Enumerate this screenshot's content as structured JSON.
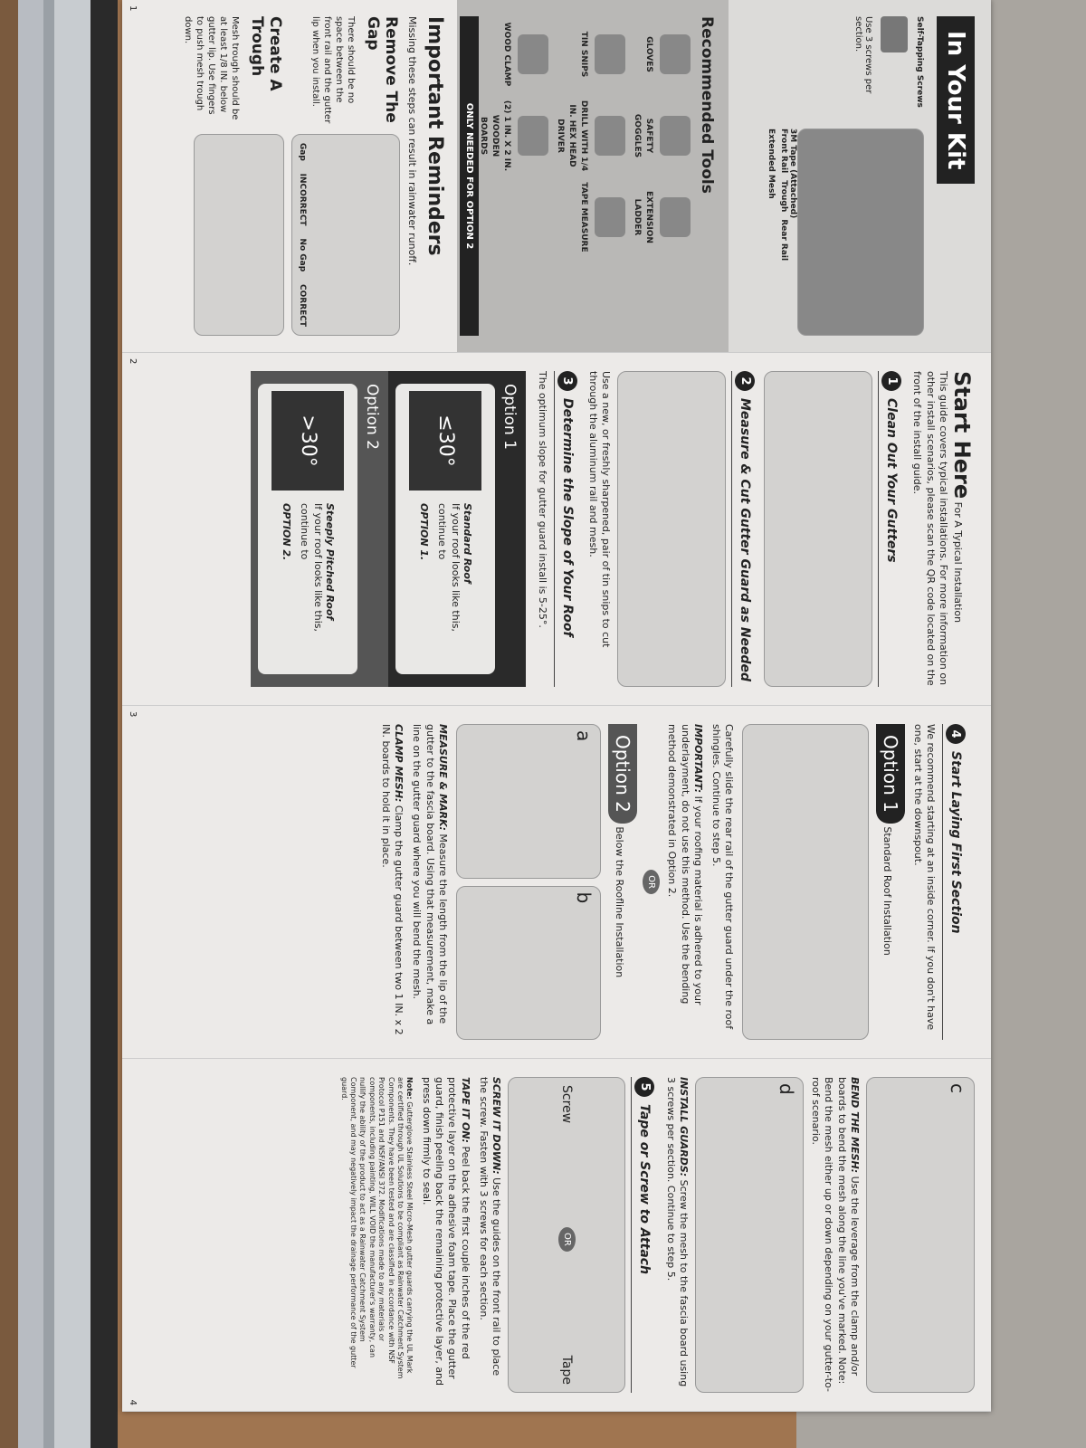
{
  "panel1": {
    "kit_title": "In Your Kit",
    "screws_label": "Self-Tapping Screws",
    "screws_note": "Use 3 screws per section.",
    "tape_label": "3M Tape (Attached)",
    "parts": [
      "Front Rail",
      "Trough",
      "Rear Rail",
      "Extended Mesh"
    ],
    "tools_title": "Recommended Tools",
    "tools": [
      "GLOVES",
      "SAFETY GOGGLES",
      "EXTENSION LADDER",
      "TIN SNIPS",
      "DRILL WITH 1/4 IN. HEX HEAD DRIVER",
      "TAPE MEASURE",
      "WOOD CLAMP",
      "(2) 1 IN. X 2 IN. WOODEN BOARDS"
    ],
    "option2_bar": "ONLY NEEDED FOR OPTION 2",
    "reminders_title": "Important Reminders",
    "reminders_sub": "Missing these steps can result in rainwater runoff.",
    "remove_gap_title": "Remove The Gap",
    "remove_gap_text": "There should be no space between the front rail and the gutter lip when you install.",
    "gap_label": "Gap",
    "incorrect": "INCORRECT",
    "no_gap_label": "No Gap",
    "correct": "CORRECT",
    "trough_title": "Create A Trough",
    "trough_text": "Mesh trough should be at least 1/8 IN. below gutter lip. Use fingers to push mesh trough down.",
    "page": "1"
  },
  "panel2": {
    "title": "Start Here",
    "title_sub": "For A Typical Installation",
    "intro": "This guide covers typical installations. For more information on other install scenarios, please scan the QR code located on the front of the install guide.",
    "step1_num": "1",
    "step1": "Clean Out Your Gutters",
    "step2_num": "2",
    "step2": "Measure & Cut Gutter Guard as Needed",
    "step2_text": "Use a new, or freshly sharpened, pair of tin snips to cut through the aluminum rail and mesh.",
    "step3_num": "3",
    "step3": "Determine the Slope of Your Roof",
    "step3_text": "The optimum slope for gutter guard install is 5-25°.",
    "opt1_label": "Option 1",
    "opt1_angle": "≤30°",
    "opt1_head": "Standard Roof",
    "opt1_text": "If your roof looks like this, continue to",
    "opt1_ref": "OPTION 1.",
    "opt2_label": "Option 2",
    "opt2_angle": ">30°",
    "opt2_head": "Steeply Pitched Roof",
    "opt2_text": "If your roof looks like this, continue to",
    "opt2_ref": "OPTION 2.",
    "page": "2"
  },
  "panel3": {
    "step4_num": "4",
    "step4": "Start Laying First Section",
    "step4_text": "We recommend starting at an inside corner. If you don't have one, start at the downspout.",
    "opt1_bar": "Option 1",
    "opt1_sub": "Standard Roof Installation",
    "opt1_text": "Carefully slide the rear rail of the gutter guard under the roof shingles. Continue to step 5.",
    "important_label": "IMPORTANT:",
    "important_text": "If your roofing material is adhered to your underlayment, do not use this method. Use the bending method demonstrated in Option 2.",
    "or": "OR",
    "opt2_bar": "Option 2",
    "opt2_sub": "Below the Roofline Installation",
    "fig_a": "a",
    "fig_b": "b",
    "measure_label": "MEASURE & MARK:",
    "measure_text": "Measure the length from the lip of the gutter to the fascia board. Using that measurement, make a line on the gutter guard where you will bend the mesh.",
    "clamp_label": "CLAMP MESH:",
    "clamp_text": "Clamp the gutter guard between two 1 IN. x 2 IN. boards to hold it in place.",
    "page": "3"
  },
  "panel4": {
    "fig_c": "c",
    "fig_d": "d",
    "bend_label": "BEND THE MESH:",
    "bend_text": "Use the leverage from the clamp and/or boards to bend the mesh along the line you've marked. Note: Bend the mesh either up or down depending on your gutter-to-roof scenario.",
    "install_label": "INSTALL GUARDS:",
    "install_text": "Screw the mesh to the fascia board using 3 screws per section. Continue to step 5.",
    "step5_num": "5",
    "step5": "Tape or Screw to Attach",
    "screw_label": "Screw",
    "or": "OR",
    "tape_label": "Tape",
    "screw_down_label": "SCREW IT DOWN:",
    "screw_down_text": "Use the guides on the front rail to place the screw. Fasten with 3 screws for each section.",
    "tape_on_label": "TAPE IT ON:",
    "tape_on_text": "Peel back the first couple inches of the red protective layer on the adhesive foam tape. Place the gutter guard, finish peeling back the remaining protective layer, and press down firmly to seal.",
    "note_label": "Note:",
    "note_text": "Gutterglove Stainless Steel Micro-Mesh gutter guards carrying the UL Mark are certified through UL Solutions to be compliant as Rainwater Catchment System Components. They have been tested and are classified in accordance with NSF Protocol P151 and NSF/ANSI 372. Modifications made to any materials or components, including painting, WILL VOID the manufacturer's warranty, can nullify the ability of the product to act as a Rainwater Catchment System Component, and may negatively impact the drainage performance of the gutter guard.",
    "page": "4"
  }
}
